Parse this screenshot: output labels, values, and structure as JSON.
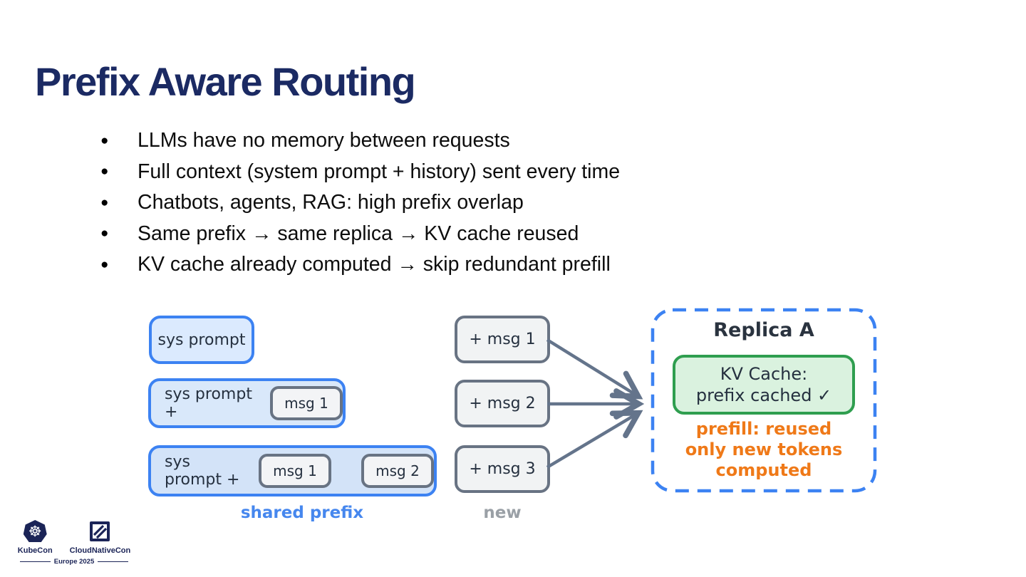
{
  "slide": {
    "title": "Prefix Aware Routing",
    "bullet_glyph": "●",
    "bullets": [
      "LLMs have no memory between requests",
      "Full context (system prompt + history) sent every time",
      "Chatbots, agents, RAG: high prefix overlap",
      "Same prefix → same replica → KV cache reused",
      "KV cache already computed → skip redundant prefill"
    ]
  },
  "diagram": {
    "prefix_column": {
      "box1_label": "sys prompt",
      "box2_label": "sys prompt +",
      "box2_msg1": "msg 1",
      "box3_label": "sys prompt +",
      "box3_msg1": "msg 1",
      "box3_msg2": "msg 2",
      "caption": "shared prefix"
    },
    "new_column": {
      "box1": "+ msg 1",
      "box2": "+ msg 2",
      "box3": "+ msg 3",
      "caption": "new"
    },
    "replica": {
      "title": "Replica A",
      "kv_line1": "KV Cache:",
      "kv_line2": "prefix cached ✓",
      "note1": "prefill: reused",
      "note2": "only new tokens",
      "note3": "computed"
    }
  },
  "footer": {
    "kubecon": "KubeCon",
    "cloudnativecon": "CloudNativeCon",
    "edition": "Europe 2025",
    "helm_glyph": "☸"
  },
  "colors": {
    "title_navy": "#1b2a63",
    "accent_blue": "#3c82f2",
    "light_blue_fill": "#dbeafe",
    "grey_border": "#687383",
    "grey_fill": "#f1f3f4",
    "green_border": "#2f9e4f",
    "green_fill": "#daf2df",
    "orange": "#ef7918",
    "caption_blue": "#4687ee",
    "caption_grey": "#9aa0a6",
    "logo_navy": "#1b2457"
  }
}
